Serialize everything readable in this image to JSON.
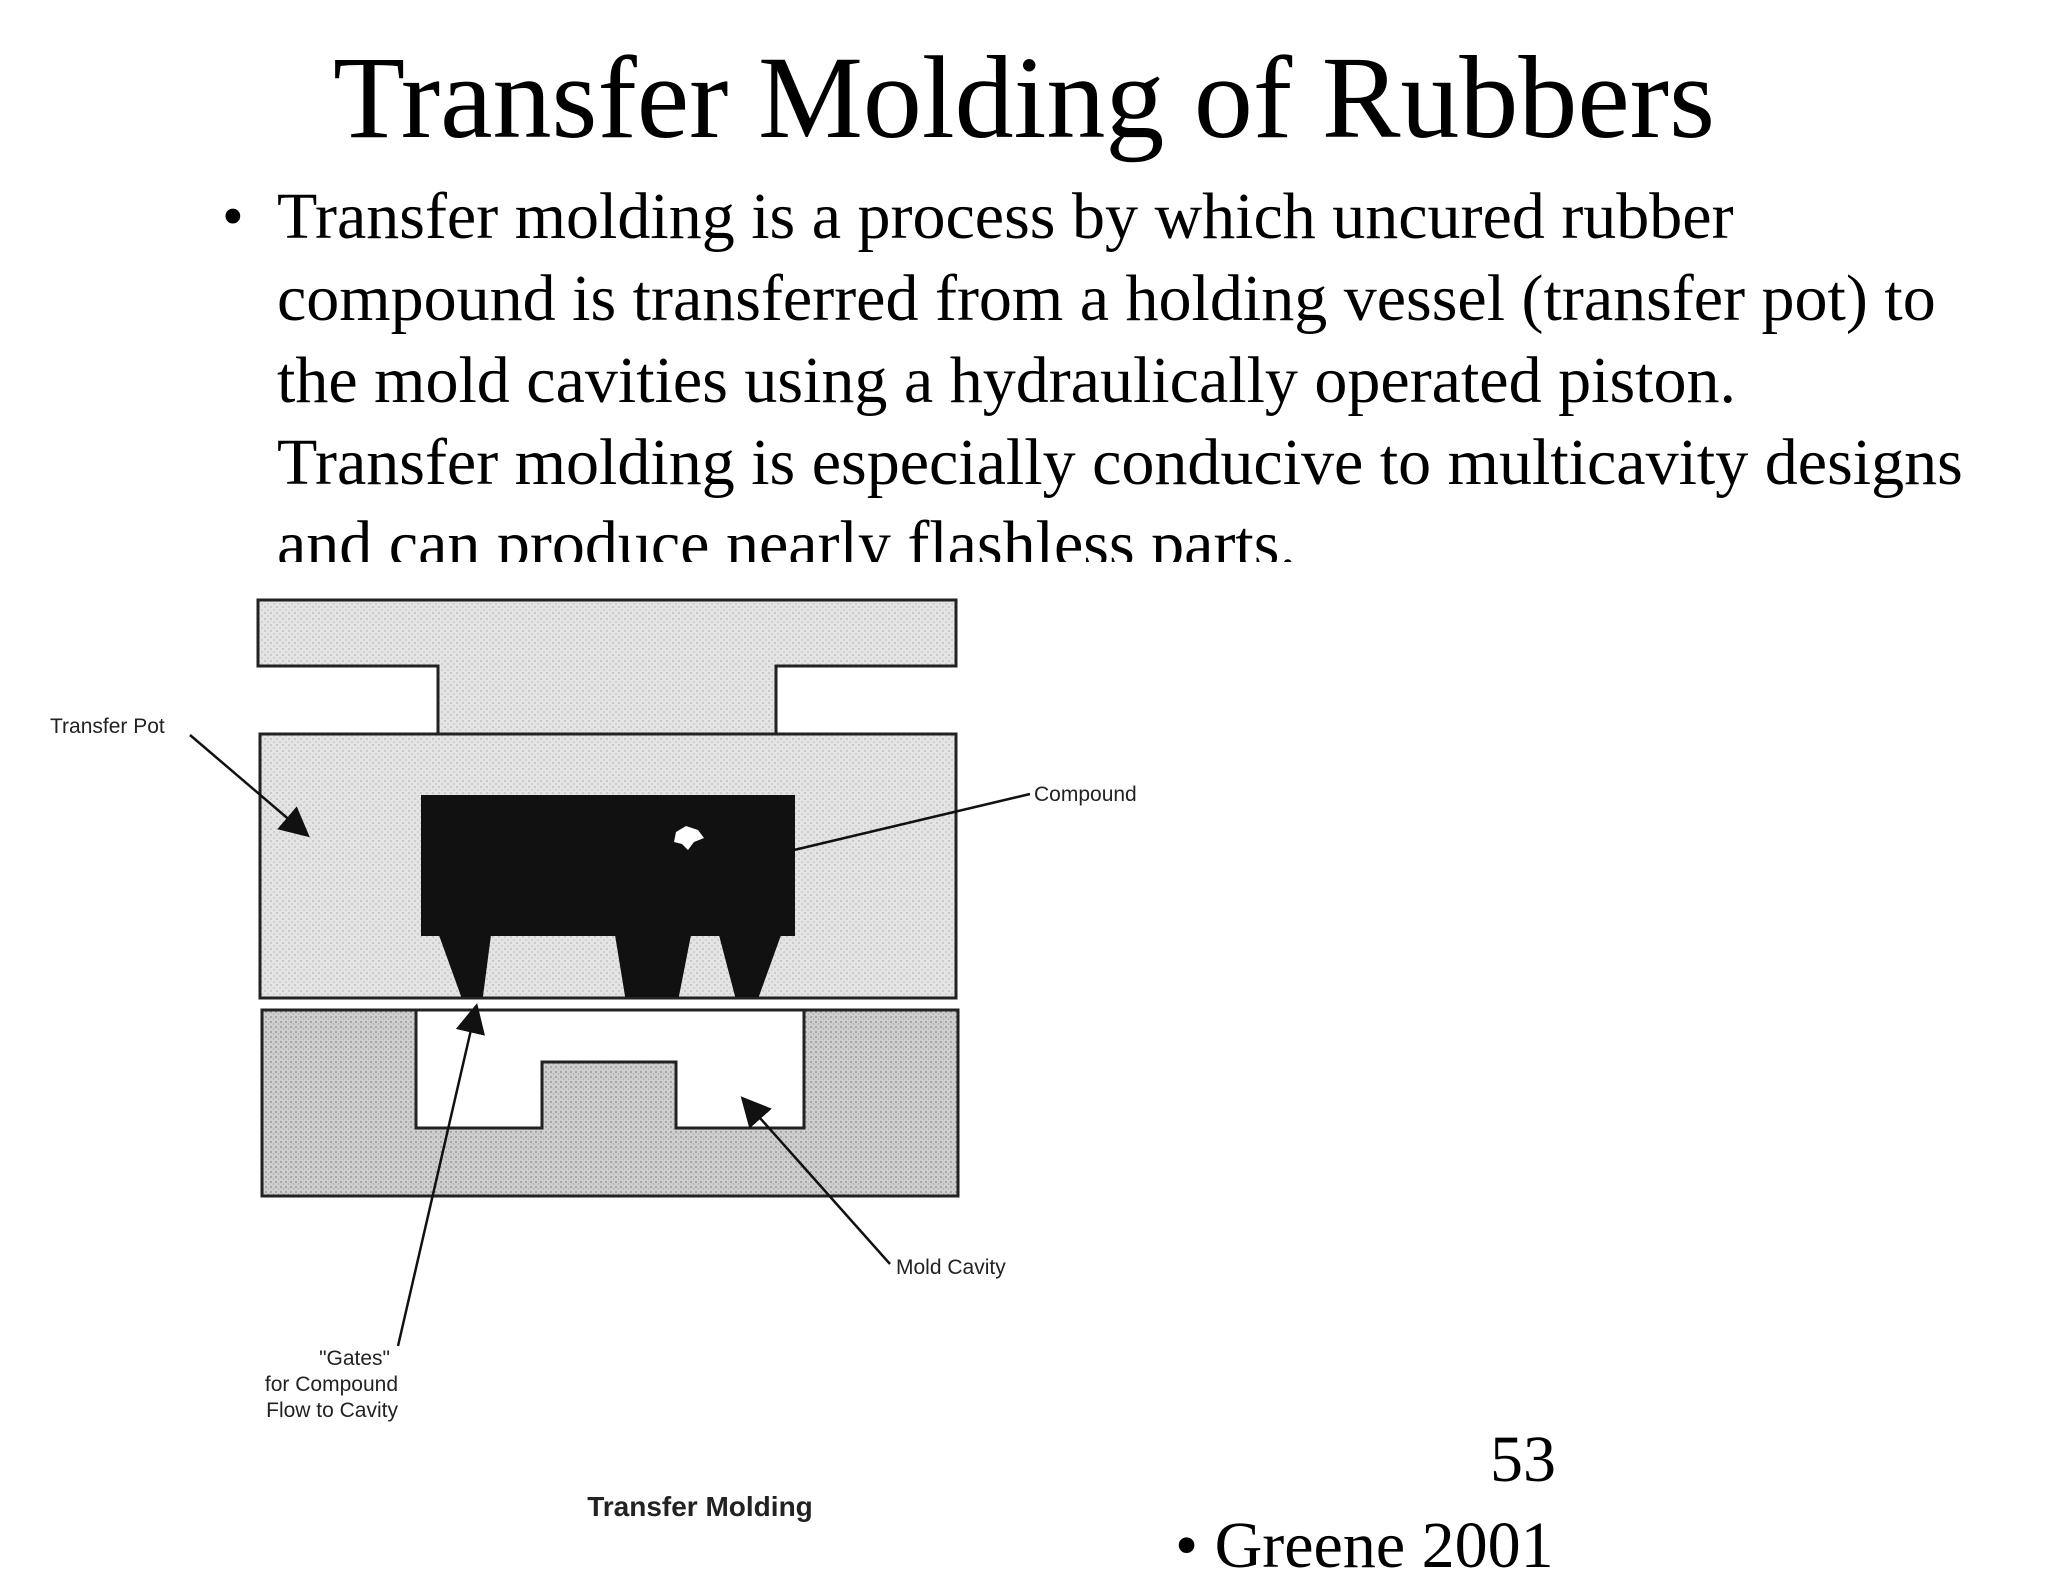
{
  "slide": {
    "title": "Transfer Molding of Rubbers",
    "bullet_marker": "•",
    "bullet_text": "Transfer molding is a process by which uncured rubber\ncompound is transferred from a holding vessel (transfer pot) to\nthe mold cavities using a hydraulically operated piston.\nTransfer molding is especially conducive to multicavity designs\nand can produce nearly flashless parts.",
    "page_number": "53",
    "footer_credit": "• Greene 2001"
  },
  "figure": {
    "caption": "Transfer Molding",
    "labels": {
      "transfer_pot": "Transfer Pot",
      "compound": "Compound",
      "mold_cavity": "Mold Cavity",
      "gates_line1": "\"Gates\"",
      "gates_line2": "for Compound",
      "gates_line3": "Flow to Cavity"
    }
  },
  "colors": {
    "text": "#000000",
    "mold_gray": "#d9d9d9",
    "compound_black": "#111111",
    "outline": "#222222"
  }
}
